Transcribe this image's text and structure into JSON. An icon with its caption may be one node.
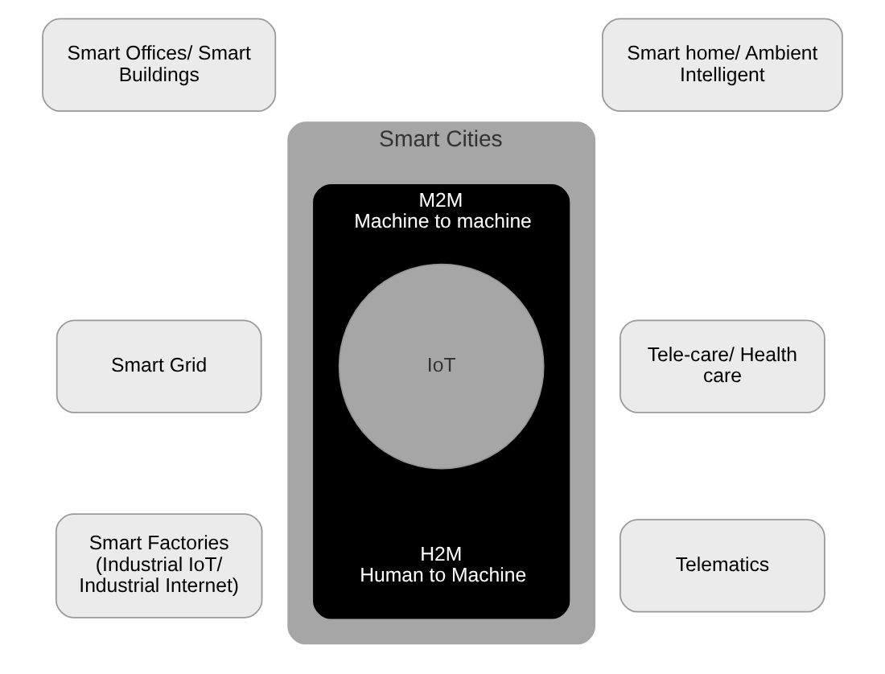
{
  "diagram": {
    "nodes": [
      {
        "text": [
          "Smart Offices/ Smart Buildings"
        ]
      },
      {
        "text": [
          "Smart Cities"
        ]
      },
      {
        "text": [
          "M2M",
          "Machine to machine",
          "H2M",
          "Human to Machine"
        ],
        "in": 1
      },
      {
        "text": [
          "IoT"
        ],
        "in": 2
      },
      {
        "text": [
          "Smart home/ Ambient Intelligent"
        ]
      },
      {
        "text": [
          "Smart Grid"
        ]
      },
      {
        "text": [
          "Tele-care/ Health care"
        ]
      },
      {
        "text": [
          "Smart Factories (Industrial IoT/ Industrial Internet)"
        ]
      },
      {
        "text": [
          "Telematics"
        ]
      }
    ],
    "edges": []
  }
}
